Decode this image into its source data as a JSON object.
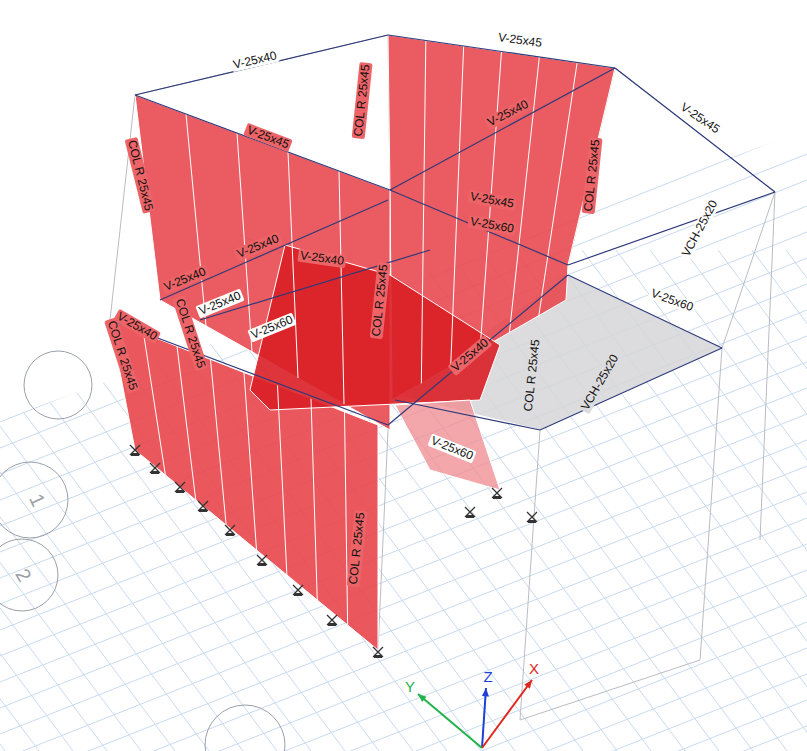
{
  "diagram": {
    "labels": [
      "V-25x40",
      "V-25x45",
      "COL R 25x45",
      "V-25x45",
      "V-25x45",
      "V-25x40",
      "COL R 25x45",
      "V-25x45",
      "VCH-25x20",
      "COL R 25x45",
      "V-25x60",
      "V-25x40",
      "V-25x40",
      "V-25x40",
      "V-25x60",
      "V-25x40",
      "COL R 25x45",
      "V-25x60",
      "V-25x40",
      "COL R 25x45",
      "COL R 25x45",
      "V-25x40",
      "COL R 25x45",
      "VCH-25x20",
      "V-25x60",
      "COL R 25x45",
      "X",
      "Y",
      "Z",
      "1",
      "2"
    ]
  }
}
